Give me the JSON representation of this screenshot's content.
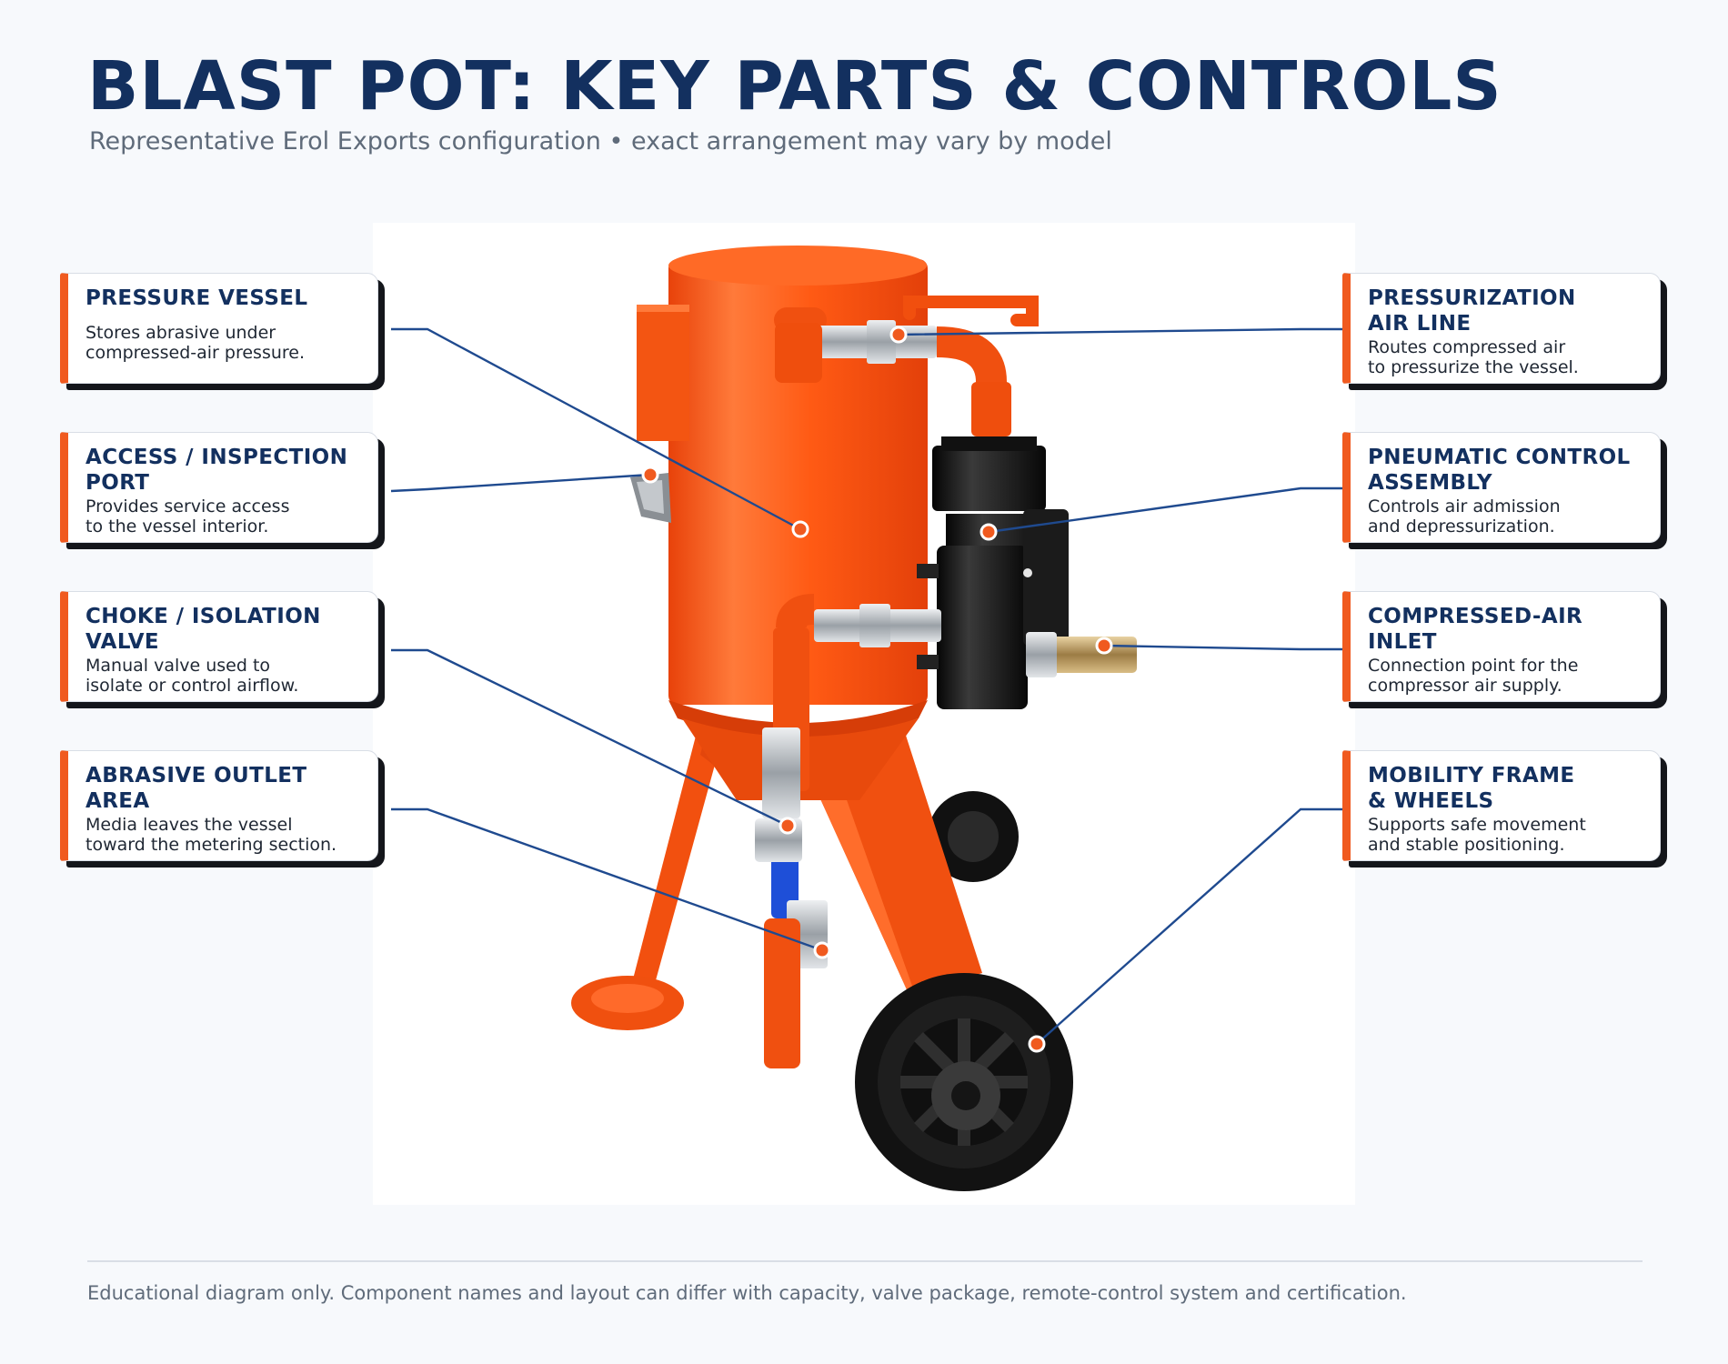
{
  "header": {
    "title": "BLAST POT: KEY PARTS & CONTROLS",
    "subtitle": "Representative Erol Exports configuration • exact arrangement may vary by model"
  },
  "callouts": {
    "pressure_vessel": {
      "title": "PRESSURE VESSEL",
      "desc_1": "Stores abrasive under",
      "desc_2": "compressed-air pressure."
    },
    "access_port": {
      "title_1": "ACCESS / INSPECTION",
      "title_2": "PORT",
      "desc_1": "Provides service access",
      "desc_2": "to the vessel interior."
    },
    "choke_valve": {
      "title_1": "CHOKE / ISOLATION",
      "title_2": "VALVE",
      "desc_1": "Manual valve used to",
      "desc_2": "isolate or control airflow."
    },
    "abrasive_outlet": {
      "title_1": "ABRASIVE OUTLET",
      "title_2": "AREA",
      "desc_1": "Media leaves the vessel",
      "desc_2": "toward the metering section."
    },
    "pressurization_line": {
      "title_1": "PRESSURIZATION",
      "title_2": "AIR LINE",
      "desc_1": "Routes compressed air",
      "desc_2": "to pressurize the vessel."
    },
    "pneumatic_control": {
      "title_1": "PNEUMATIC CONTROL",
      "title_2": "ASSEMBLY",
      "desc_1": "Controls air admission",
      "desc_2": "and depressurization."
    },
    "air_inlet": {
      "title_1": "COMPRESSED-AIR",
      "title_2": "INLET",
      "desc_1": "Connection point for the",
      "desc_2": "compressor air supply."
    },
    "mobility_frame": {
      "title_1": "MOBILITY FRAME",
      "title_2": "& WHEELS",
      "desc_1": "Supports safe movement",
      "desc_2": "and stable positioning."
    }
  },
  "footer": {
    "note": "Educational diagram only. Component names and layout can differ with capacity, valve package, remote-control system and certification."
  },
  "colors": {
    "title": "#13305f",
    "accent_orange": "#f05a1f",
    "leader_blue": "#1f4a8f",
    "valve_handle_blue": "#1e4fd8",
    "vessel_orange": "#ff5a14"
  }
}
